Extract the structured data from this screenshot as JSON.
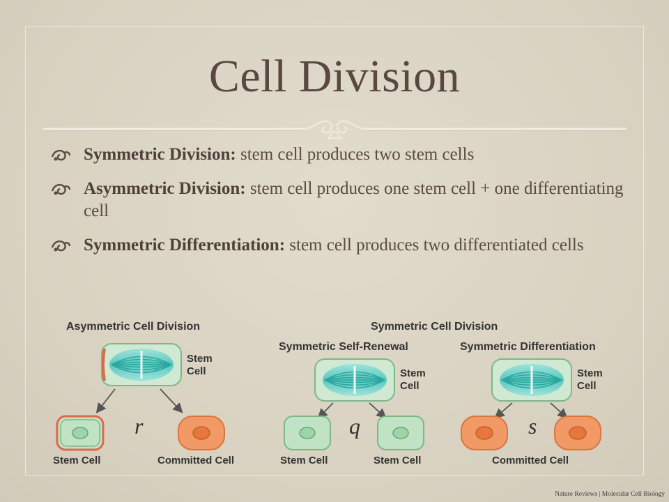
{
  "slide": {
    "title": "Cell Division",
    "bullets": [
      {
        "term": "Symmetric Division:",
        "text": " stem cell produces two stem cells"
      },
      {
        "term": "Asymmetric Division:",
        "text": " stem cell produces one stem cell + one differentiating cell"
      },
      {
        "term": "Symmetric Differentiation:",
        "text": " stem cell produces two differentiated cells"
      }
    ],
    "credit": "Nature Reviews | Molecular Cell Biology"
  },
  "diagram": {
    "asymmetric_title": "Asymmetric Cell Division",
    "symmetric_title": "Symmetric Cell Division",
    "self_renewal_title": "Symmetric Self-Renewal",
    "differentiation_title": "Symmetric Differentiation",
    "stem_line1": "Stem",
    "stem_line2": "Cell",
    "stem_cell_label": "Stem Cell",
    "committed_cell_label": "Committed Cell",
    "letter_r": "r",
    "letter_q": "q",
    "letter_s": "s"
  },
  "colors": {
    "background": "#ddd6c6",
    "title": "#594841",
    "stem_cell": "#9fd4a8",
    "committed_cell": "#f29a66",
    "spindle": "#2aa7a0"
  }
}
